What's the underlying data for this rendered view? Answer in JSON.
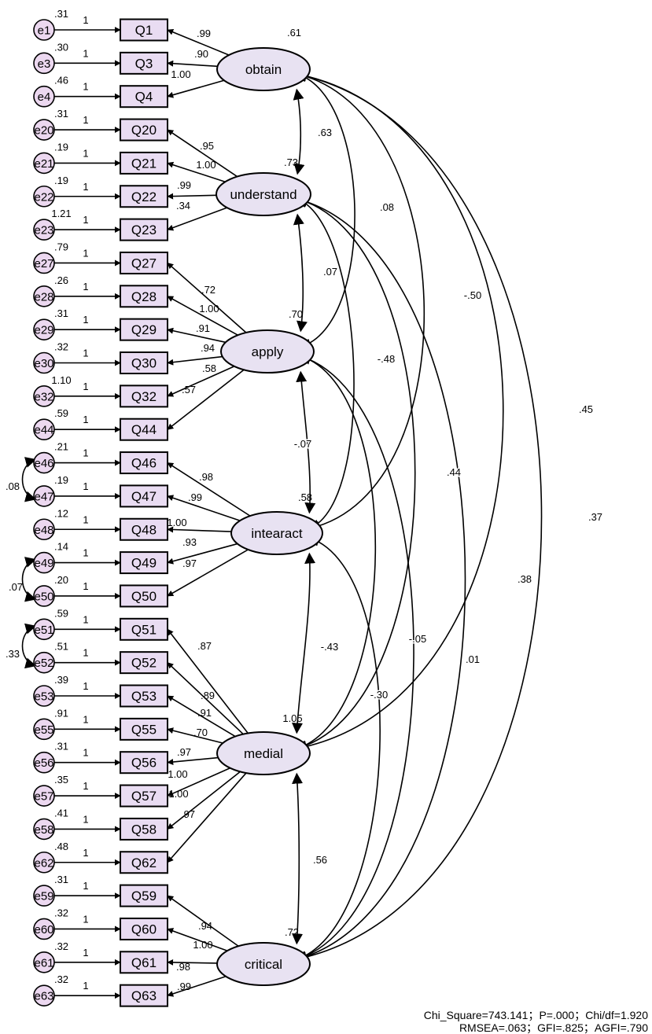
{
  "colors": {
    "error_fill": "#ecd8f0",
    "item_fill": "#e9dcf2",
    "latent_fill": "#e8e2f2",
    "stroke": "#000000"
  },
  "latents": [
    {
      "id": "obtain",
      "label": "obtain",
      "variance": ".61",
      "items": [
        {
          "q": "Q1",
          "e": "e1",
          "ev": ".31",
          "w": ".99"
        },
        {
          "q": "Q3",
          "e": "e3",
          "ev": ".30",
          "w": ".90"
        },
        {
          "q": "Q4",
          "e": "e4",
          "ev": ".46",
          "w": "1.00"
        }
      ]
    },
    {
      "id": "understand",
      "label": "understand",
      "variance": ".73",
      "items": [
        {
          "q": "Q20",
          "e": "e20",
          "ev": ".31",
          "w": ".95"
        },
        {
          "q": "Q21",
          "e": "e21",
          "ev": ".19",
          "w": "1.00"
        },
        {
          "q": "Q22",
          "e": "e22",
          "ev": ".19",
          "w": ".99"
        },
        {
          "q": "Q23",
          "e": "e23",
          "ev": "1.21",
          "w": ".34"
        }
      ]
    },
    {
      "id": "apply",
      "label": "apply",
      "variance": ".70",
      "items": [
        {
          "q": "Q27",
          "e": "e27",
          "ev": ".79",
          "w": ".72"
        },
        {
          "q": "Q28",
          "e": "e28",
          "ev": ".26",
          "w": "1.00"
        },
        {
          "q": "Q29",
          "e": "e29",
          "ev": ".31",
          "w": ".91"
        },
        {
          "q": "Q30",
          "e": "e30",
          "ev": ".32",
          "w": ".94"
        },
        {
          "q": "Q32",
          "e": "e32",
          "ev": "1.10",
          "w": ".58"
        },
        {
          "q": "Q44",
          "e": "e44",
          "ev": ".59",
          "w": ".57"
        }
      ]
    },
    {
      "id": "intearact",
      "label": "intearact",
      "variance": ".58",
      "items": [
        {
          "q": "Q46",
          "e": "e46",
          "ev": ".21",
          "w": ".98"
        },
        {
          "q": "Q47",
          "e": "e47",
          "ev": ".19",
          "w": ".99"
        },
        {
          "q": "Q48",
          "e": "e48",
          "ev": ".12",
          "w": "1.00"
        },
        {
          "q": "Q49",
          "e": "e49",
          "ev": ".14",
          "w": ".93"
        },
        {
          "q": "Q50",
          "e": "e50",
          "ev": ".20",
          "w": ".97"
        }
      ]
    },
    {
      "id": "medial",
      "label": "medial",
      "variance": "1.05",
      "items": [
        {
          "q": "Q51",
          "e": "e51",
          "ev": ".59",
          "w": ".87"
        },
        {
          "q": "Q52",
          "e": "e52",
          "ev": ".51",
          "w": ".89"
        },
        {
          "q": "Q53",
          "e": "e53",
          "ev": ".39",
          "w": ".91"
        },
        {
          "q": "Q55",
          "e": "e55",
          "ev": ".91",
          "w": ".70"
        },
        {
          "q": "Q56",
          "e": "e56",
          "ev": ".31",
          "w": ".97"
        },
        {
          "q": "Q57",
          "e": "e57",
          "ev": ".35",
          "w": "1.00"
        },
        {
          "q": "Q58",
          "e": "e58",
          "ev": ".41",
          "w": "1.00"
        },
        {
          "q": "Q62",
          "e": "e62",
          "ev": ".48",
          "w": ".97"
        }
      ]
    },
    {
      "id": "critical",
      "label": "critical",
      "variance": ".72",
      "items": [
        {
          "q": "Q59",
          "e": "e59",
          "ev": ".31",
          "w": ".94"
        },
        {
          "q": "Q60",
          "e": "e60",
          "ev": ".32",
          "w": "1.00"
        },
        {
          "q": "Q61",
          "e": "e61",
          "ev": ".32",
          "w": ".98"
        },
        {
          "q": "Q63",
          "e": "e63",
          "ev": ".32",
          "w": ".99"
        }
      ]
    }
  ],
  "error_path_label": "1",
  "error_covariances": [
    {
      "from": "e46",
      "to": "e47",
      "label": ".08"
    },
    {
      "from": "e49",
      "to": "e50",
      "label": ".07"
    },
    {
      "from": "e51",
      "to": "e52",
      "label": ".33"
    }
  ],
  "latent_covariances": [
    {
      "from": "obtain",
      "to": "understand",
      "label": ".63"
    },
    {
      "from": "obtain",
      "to": "apply",
      "label": ".08"
    },
    {
      "from": "obtain",
      "to": "intearact",
      "label": "-.50"
    },
    {
      "from": "obtain",
      "to": "medial",
      "label": ".45"
    },
    {
      "from": "obtain",
      "to": "critical",
      "label": ".37"
    },
    {
      "from": "understand",
      "to": "apply",
      "label": ".07"
    },
    {
      "from": "understand",
      "to": "intearact",
      "label": "-.48"
    },
    {
      "from": "understand",
      "to": "medial",
      "label": ".44"
    },
    {
      "from": "understand",
      "to": "critical",
      "label": ".38"
    },
    {
      "from": "apply",
      "to": "intearact",
      "label": "-.07"
    },
    {
      "from": "apply",
      "to": "medial",
      "label": "-.05"
    },
    {
      "from": "apply",
      "to": "critical",
      "label": ".01"
    },
    {
      "from": "intearact",
      "to": "medial",
      "label": "-.43"
    },
    {
      "from": "intearact",
      "to": "critical",
      "label": "-.30"
    },
    {
      "from": "medial",
      "to": "critical",
      "label": ".56"
    }
  ],
  "fit": {
    "line1": "Chi_Square=743.141；P=.000；Chi/df=1.920",
    "line2": "RMSEA=.063；GFI=.825；AGFI=.790"
  }
}
